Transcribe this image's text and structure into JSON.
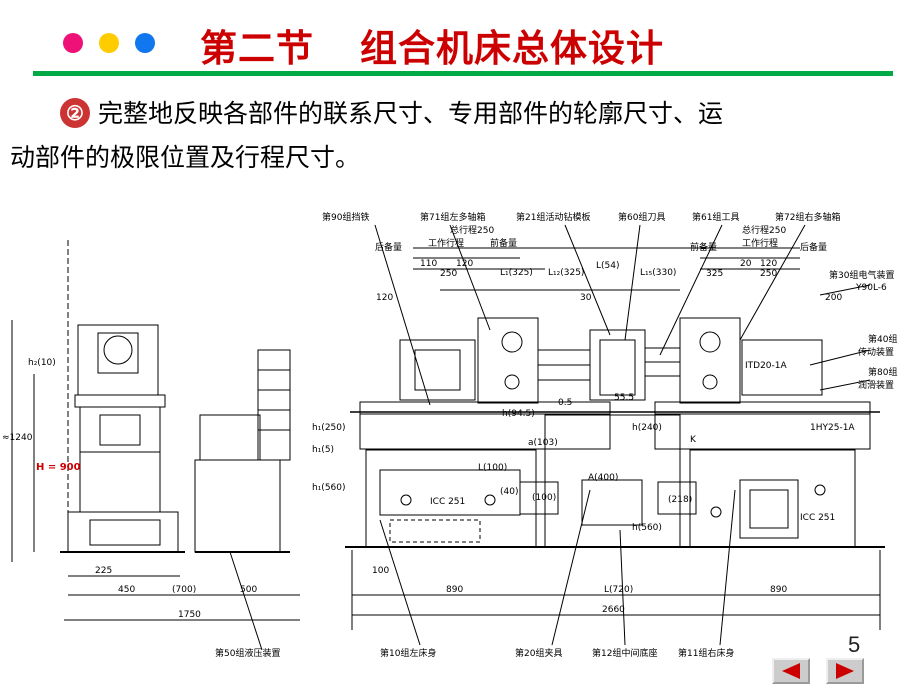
{
  "slide": {
    "title_part1": "第二节",
    "title_part2": "组合机床总体设计",
    "num_symbol": "②",
    "line1": "完整地反映各部件的联系尺寸、专用部件的轮廓尺寸、运",
    "line2": "动部件的极限位置及行程尺寸。",
    "page_number": "5"
  },
  "drawing": {
    "callouts_top": [
      "第90组挡铁",
      "第71组左多轴箱",
      "第21组活动钻模板",
      "第60组刀具",
      "第61组工具",
      "第72组右多轴箱"
    ],
    "callouts_right": [
      "第30组电气装置",
      "Y90L-6",
      "第40组",
      "传动装置",
      "第80组",
      "润滑装置"
    ],
    "callouts_bottom": [
      "第50组液压装置",
      "第10组左床身",
      "第20组夹具",
      "第12组中间底座",
      "第11组右床身"
    ],
    "stroke_labels": [
      "总行程250",
      "工作行程",
      "后备量",
      "前备量",
      "110",
      "120",
      "20",
      "250",
      "325",
      "200"
    ],
    "dim_labels": [
      "L₁(325)",
      "L₁₂(325)",
      "L(54)",
      "L₁₅(330)",
      "30",
      "120",
      "h₂(10)",
      "≈1240",
      "H = 900",
      "h₁(250)",
      "h₁(5)",
      "h₁(560)",
      "h(94.5)",
      "a(103)",
      "L(100)",
      "A(400)",
      "h(240)",
      "(40)",
      "(100)",
      "(218)",
      "55.5",
      "0.5",
      "h(560)",
      "100",
      "225",
      "450",
      "(700)",
      "500",
      "1750",
      "890",
      "L(720)",
      "2660",
      "ICC 251",
      "ITD20-1A",
      "1HY25-1A",
      "K"
    ]
  },
  "nav": {
    "prev_label": "上一页",
    "next_label": "下一页"
  },
  "colors": {
    "title": "#cc0000",
    "rule": "#00aa44",
    "dots": [
      "#ee1177",
      "#ffcc00",
      "#1177ee"
    ]
  }
}
